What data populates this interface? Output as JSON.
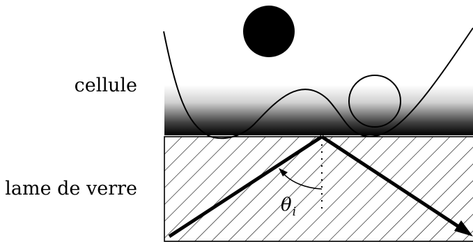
{
  "labels": {
    "cell": "cellule",
    "glass": "lame de verre",
    "angle_symbol": "θ",
    "angle_subscript": "i"
  },
  "colors": {
    "stroke": "#000000",
    "background": "#ffffff",
    "gradient_top": "#ffffff",
    "gradient_bottom": "#000000"
  }
}
